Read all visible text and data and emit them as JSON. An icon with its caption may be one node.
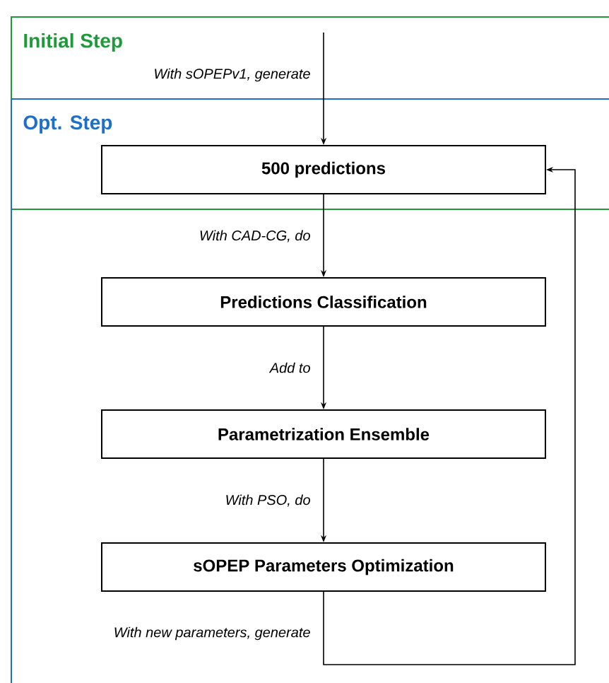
{
  "diagram": {
    "nodes": [
      {
        "text": [
          "Initial Step"
        ]
      },
      {
        "text": [
          "Opt. Step"
        ]
      },
      {
        "text": [
          "500 predictions"
        ],
        "in": 1
      },
      {
        "text": [
          "Predictions Classification"
        ],
        "in": 1
      },
      {
        "text": [
          "Parametrization Ensemble"
        ],
        "in": 1
      },
      {
        "text": [
          "sOPEP Parameters Optimization"
        ],
        "in": 1
      }
    ],
    "edges": [
      {
        "from": 0,
        "to": 2,
        "arrow": "to",
        "label": "With sOPEPv1, generate"
      },
      {
        "from": 2,
        "to": 3,
        "arrow": "to",
        "label": "With CAD-CG, do"
      },
      {
        "from": 3,
        "to": 4,
        "arrow": "to",
        "label": "Add to"
      },
      {
        "from": 4,
        "to": 5,
        "arrow": "to",
        "label": "With PSO, do"
      },
      {
        "from": 5,
        "to": 2,
        "arrow": "to",
        "label": "With new parameters, generate"
      }
    ]
  }
}
